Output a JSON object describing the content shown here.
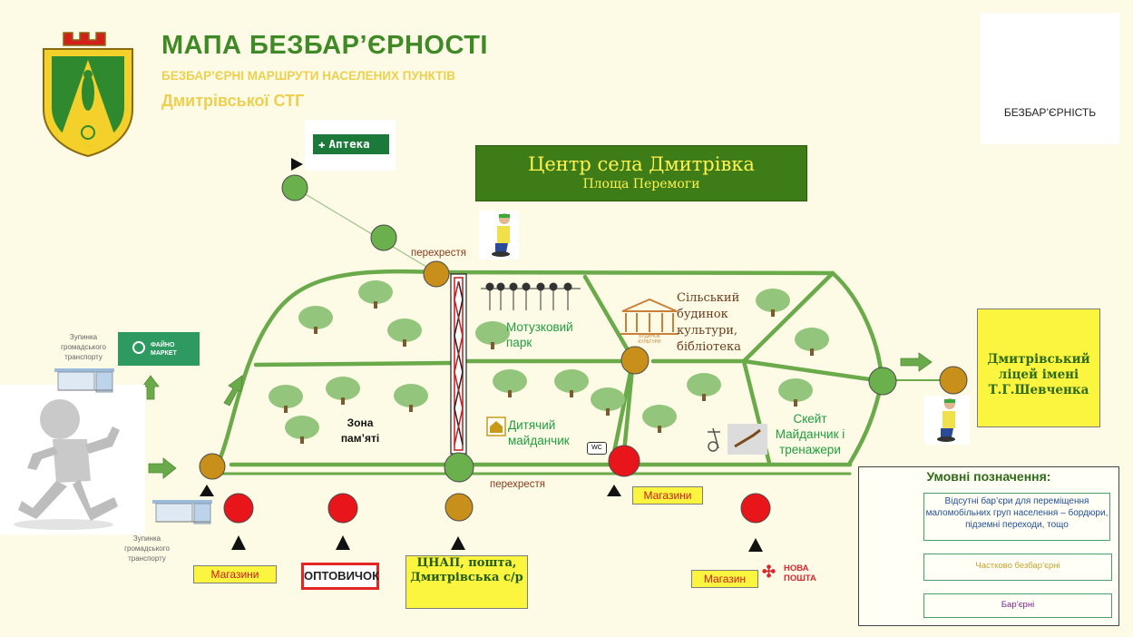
{
  "header": {
    "title": "МАПА БЕЗБАР’ЄРНОСТІ",
    "subtitle": "БЕЗБАР’ЄРНІ МАРШРУТИ НАСЕЛЕНИХ ПУНКТІВ",
    "community": "Дмитрівської СТГ"
  },
  "brand": {
    "logo_text": "БЕЗБАР’ЄРНІСТЬ"
  },
  "center": {
    "line1": "Центр села Дмитрівка",
    "line2": "Площа Перемоги"
  },
  "places": {
    "apteka": "Аптека",
    "fayno_line1": "ФАЙНО",
    "fayno_line2": "МАРКЕТ",
    "bus_stop_top": "Зупинка громадського транспорту",
    "bus_stop_bottom": "Зупинка громадського транспорту",
    "memory_zone": "Зона пам’яті",
    "rope_park": "Мотузковий парк",
    "playground": "Дитячий майданчик",
    "wc": "WC",
    "culture_house": "Сільський будинок культури, бібліотека",
    "culture_sign": "БУДИНОК КУЛЬТУРИ",
    "skate": "Скейт Майданчик і тренажери",
    "lyceum": "Дмитрівський ліцей імені Т.Г.Шевченка",
    "cnap": "ЦНАП, пошта, Дмитрівська с/р",
    "shops_left": "Магазини",
    "optovychok": "ОПТОВИЧОК",
    "shops_mid": "Магазини",
    "shop_right": "Магазин",
    "nova_line1": "НОВА",
    "nova_line2": "ПОШТА",
    "crossing_top": "перехрестя",
    "crossing_bottom": "перехрестя"
  },
  "legend": {
    "title": "Умовні позначення:",
    "green": "Відсутні бар’єри для переміщення маломобільних груп населення – бордюри, підземні переходи, тощо",
    "orange": "Частково безбар’єрні",
    "red": "Бар’єрні"
  },
  "colors": {
    "road": "#6aaa4a",
    "node_green": "#6ab04c",
    "node_orange": "#c8901a",
    "node_red": "#e8161b",
    "center_bg": "#3d7c17",
    "highlight": "#fcf53f"
  }
}
